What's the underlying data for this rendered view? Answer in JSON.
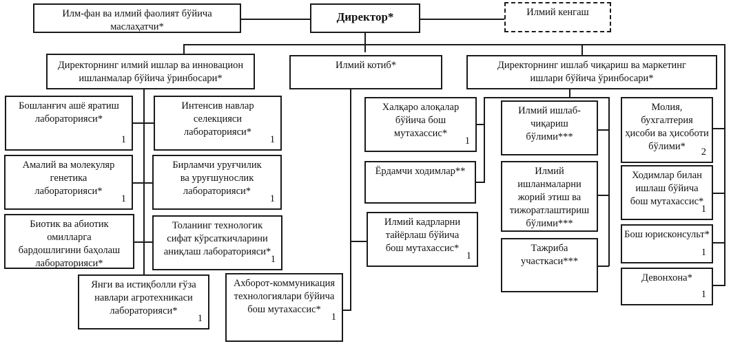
{
  "chart": {
    "top": {
      "director": "Директор*",
      "advisor": "Илм-фан ва илмий фаолият бўйича\nмаслаҳатчи*",
      "council": "Илмий кенгаш"
    },
    "level2": {
      "deputy_science": "Директорнинг илмий ишлар ва инновацион\nишланмалар бўйича ўринбосари*",
      "secretary": "Илмий котиб*",
      "deputy_production": "Директорнинг ишлаб чиқариш ва маркетинг\nишлари бўйича ўринбосари*"
    },
    "labs": [
      {
        "label": "Бошланғич ашё яратиш\nлабораторияси*",
        "count": "1"
      },
      {
        "label": "Интенсив навлар\nселекцияси\nлабораторияси*",
        "count": "1"
      },
      {
        "label": "Амалий ва молекуляр\nгенетика\nлабораторияси*",
        "count": "1"
      },
      {
        "label": "Бирламчи уруғчилик\nва уруғшунослик\nлабораторияси*",
        "count": "1"
      },
      {
        "label": "Биотик ва абиотик\nомилларга\nбардошлигини баҳолаш\nлабораторияси*",
        "count": ""
      },
      {
        "label": "Толанинг технологик\nсифат кўрсаткичларини\nаниқлаш лабораторияси*",
        "count": "1"
      },
      {
        "label": "Янги ва истиқболли ғўза\nнавлари агротехникаси\nлабораторияси*",
        "count": "1"
      }
    ],
    "secretary_units": [
      {
        "label": "Ахборот-коммуникация\nтехнологиялари бўйича\nбош мутахассис*",
        "count": "1"
      },
      {
        "label": "Халқаро алоқалар\nбўйича бош\nмутахассис*",
        "count": "1"
      },
      {
        "label": "Ёрдамчи ходимлар**",
        "count": ""
      },
      {
        "label": "Илмий кадрларни\nтайёрлаш бўйича\nбош мутахассис*",
        "count": "1"
      }
    ],
    "production_units": [
      {
        "label": "Илмий ишлаб-\nчиқариш\nбўлими***",
        "count": ""
      },
      {
        "label": "Илмий\nишланмаларни\nжорий этиш ва\nтижоратлаштириш\nбўлими***",
        "count": ""
      },
      {
        "label": "Тажриба\nучасткаси***",
        "count": ""
      }
    ],
    "admin_units": [
      {
        "label": "Молия,\nбухгалтерия\nҳисоби ва ҳисоботи\nбўлими*",
        "count": "2"
      },
      {
        "label": "Ходимлар билан\nишлаш бўйича\nбош мутахассис*",
        "count": "1"
      },
      {
        "label": "Бош юрисконсульт*",
        "count": "1"
      },
      {
        "label": "Девонхона*",
        "count": "1"
      }
    ]
  }
}
